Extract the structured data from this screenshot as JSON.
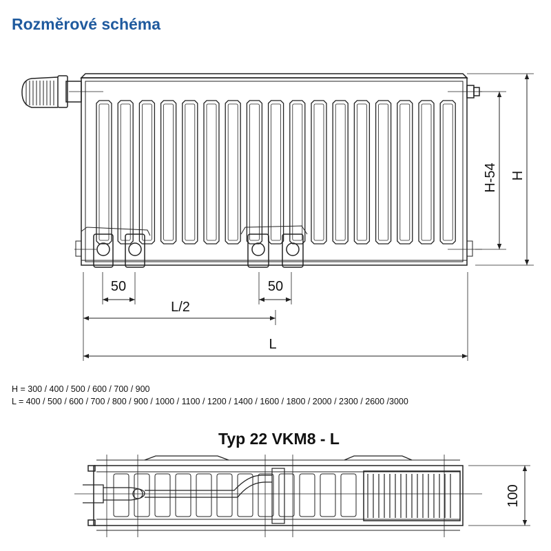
{
  "title": "Rozměrové schéma",
  "front_view": {
    "dim_left_spacing": "50",
    "dim_center_spacing": "50",
    "dim_half_length": "L/2",
    "dim_length": "L",
    "dim_inner_height": "H-54",
    "dim_height": "H"
  },
  "specs": {
    "heights": "H = 300 / 400 / 500 / 600 / 700 / 900",
    "lengths": "L = 400 / 500 / 600 / 700 / 800 / 900 / 1000 / 1100 / 1200 / 1400 / 1600 / 1800 / 2000 / 2300 / 2600 /3000"
  },
  "type_label": "Typ 22 VKM8 - L",
  "top_view": {
    "dim_depth": "100"
  },
  "colors": {
    "title": "#1f5a9e",
    "line": "#222222"
  },
  "icons": [
    "thermostatic-head-icon",
    "air-vent-icon"
  ]
}
